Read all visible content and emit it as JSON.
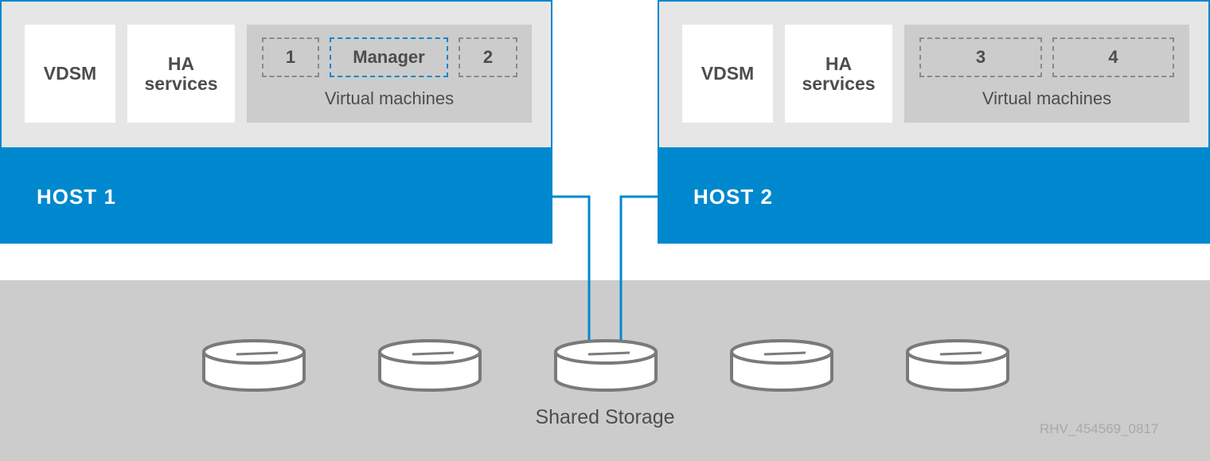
{
  "colors": {
    "accent": "#0088ce",
    "panel_light": "#e6e6e6",
    "panel_mid": "#cccccc",
    "text": "#4d4d4d"
  },
  "hosts": [
    {
      "label": "HOST 1",
      "services": [
        "VDSM",
        "HA\nservices"
      ],
      "vms": [
        "1",
        "Manager",
        "2"
      ],
      "vm_group_label": "Virtual machines"
    },
    {
      "label": "HOST 2",
      "services": [
        "VDSM",
        "HA\nservices"
      ],
      "vms": [
        "3",
        "4"
      ],
      "vm_group_label": "Virtual machines"
    }
  ],
  "storage": {
    "label": "Shared Storage",
    "disk_icon": "disk-icon",
    "disk_count": 5
  },
  "figure_code": "RHV_454569_0817"
}
